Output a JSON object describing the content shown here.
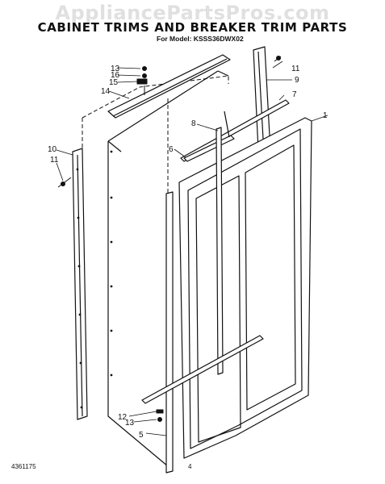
{
  "watermark": "AppliancePartsPros.com",
  "title": "CABINET TRIMS AND BREAKER TRIM PARTS",
  "model_label": "For Model: KSSS36DWX02",
  "footer": {
    "doc_number": "4361175",
    "page_number": "4"
  },
  "callouts": [
    "1",
    "5",
    "6",
    "7",
    "8",
    "9",
    "10",
    "11",
    "11",
    "12",
    "13",
    "13",
    "14",
    "15",
    "16"
  ]
}
